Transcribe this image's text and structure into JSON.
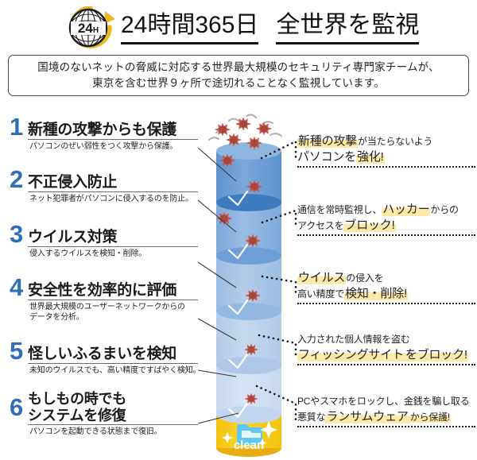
{
  "header": {
    "logo_text": "24H",
    "logo_name": "globe-24h-logo",
    "title_part1": "24時間365日",
    "title_part2": "全世界を監視"
  },
  "subtitle": {
    "line1": "国境のないネットの脅威に対応する世界最大規模のセキュリティ専門家チームが、",
    "line2": "東京を含む世界９ヶ所で途切れることなく監視しています。"
  },
  "left_items": [
    {
      "number": "1",
      "title": "新種の攻撃からも保護",
      "desc": "パソコンのぜい弱性をつく攻撃から保護。"
    },
    {
      "number": "2",
      "title": "不正侵入防止",
      "desc": "ネット犯罪者がパソコンに侵入するのを防止。"
    },
    {
      "number": "3",
      "title": "ウイルス対策",
      "desc": "侵入するウイルスを検知・削除。"
    },
    {
      "number": "4",
      "title": "安全性を効率的に評価",
      "desc": "世界最大規模のユーザーネットワークからの\nデータを分析。"
    },
    {
      "number": "5",
      "title": "怪しいふるまいを検知",
      "desc": "未知のウイルスでも、高い精度ですばやく検知。"
    },
    {
      "number": "6",
      "title_line1": "もしもの時でも",
      "title_line2": "システムを修復",
      "title": "もしもの時でもシステムを修復",
      "desc": "パソコンを起動できる状態まで復旧。"
    }
  ],
  "right_items": [
    {
      "line1_pre": "",
      "line1_hl": "新種の攻撃",
      "line1_post": "が当たらないよう",
      "line2_pre": "パソコンを",
      "line2_hl": "強化!",
      "line2_post": ""
    },
    {
      "line1_pre": "通信を常時監視し、",
      "line1_hl": "ハッカー",
      "line1_post": "からの",
      "line2_pre": "アクセスを",
      "line2_hl": "ブロック!",
      "line2_post": ""
    },
    {
      "line1_pre": "",
      "line1_hl": "ウイルス",
      "line1_post": "の侵入を",
      "line2_pre": "高い精度で",
      "line2_hl": "検知・削除!",
      "line2_post": ""
    },
    {
      "line1_pre": "入力された個人情報を盗む",
      "line1_hl": "",
      "line1_post": "",
      "line2_pre": "",
      "line2_hl": "フィッシングサイト",
      "line2_post": "をブロック!"
    },
    {
      "line1_pre": "PCやスマホをロックし、金銭を騙し取る",
      "line1_hl": "",
      "line1_post": "",
      "line2_pre": "悪質な",
      "line2_hl": "ランサムウェア",
      "line2_post": "から保護!"
    }
  ],
  "cylinder": {
    "clean_label": "clean",
    "layer_count": 6,
    "icon_name": "clean-folder-icon",
    "colors": {
      "layer1": "#6d9ed4",
      "layer2": "#8cb2dd",
      "layer3": "#a6c3e4",
      "layer4": "#bdd2ec",
      "layer5": "#cfdff2",
      "clean": "#f8cf2a",
      "virus": "#c4584c",
      "accent_blue": "#2f6fb5",
      "highlight_yellow": "#fde9a8"
    }
  }
}
